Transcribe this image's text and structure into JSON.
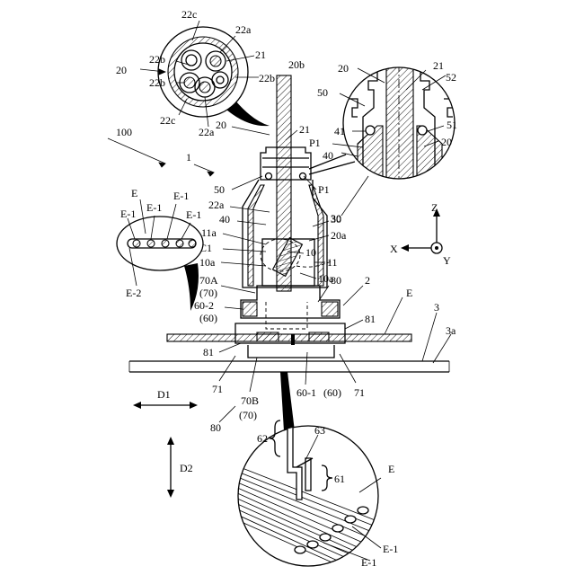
{
  "labels": {
    "cross_section": [
      "22c",
      "22a",
      "20",
      "22b",
      "22b",
      "21",
      "22b",
      "22c",
      "22a",
      "20b"
    ],
    "right_inset": [
      "20",
      "21",
      "52",
      "50",
      "41",
      "51",
      "P1",
      "40",
      "20",
      "30"
    ],
    "main_assembly": [
      "100",
      "1",
      "20",
      "21",
      "50",
      "P1",
      "22a",
      "40",
      "30",
      "20a",
      "11a",
      "C1",
      "10",
      "10a",
      "11",
      "10a",
      "70A",
      "(70)",
      "80",
      "2",
      "60-2",
      "(60)",
      "81",
      "E",
      "3",
      "3a",
      "81",
      "71",
      "70B",
      "(70)",
      "80",
      "60-1",
      "(60)",
      "71"
    ],
    "left_inset": [
      "E",
      "E-1",
      "E-1",
      "E-1",
      "E-1",
      "E-2"
    ],
    "axes": [
      "Z",
      "X",
      "Y"
    ],
    "directions": [
      "D1",
      "D2"
    ],
    "bottom_inset": [
      "62",
      "63",
      "61",
      "E",
      "E-1",
      "E-1"
    ]
  }
}
